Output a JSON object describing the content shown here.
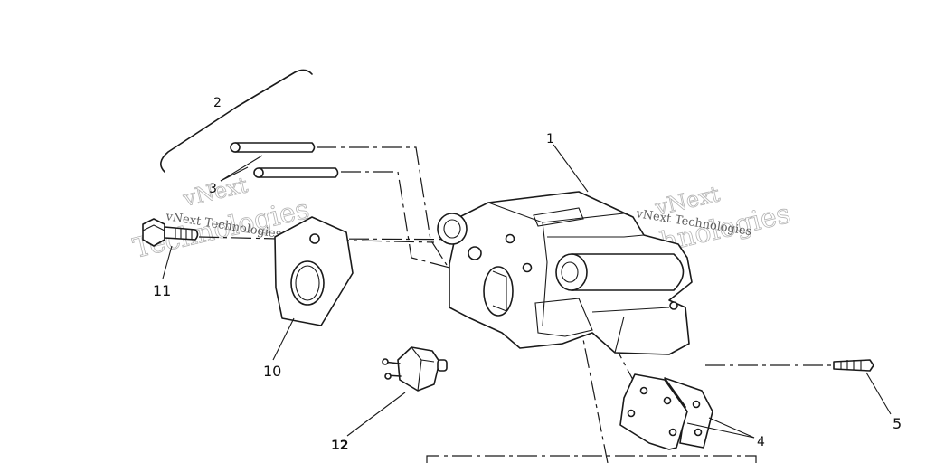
{
  "diagram": {
    "callouts": [
      {
        "id": "1",
        "text": "1"
      },
      {
        "id": "2",
        "text": "2"
      },
      {
        "id": "3",
        "text": "3"
      },
      {
        "id": "4",
        "text": "4"
      },
      {
        "id": "5",
        "text": "5"
      },
      {
        "id": "10",
        "text": "10"
      },
      {
        "id": "11",
        "text": "11"
      },
      {
        "id": "12",
        "text": "12"
      }
    ]
  },
  "watermark": {
    "line1": "vNext",
    "line2": "Technologies",
    "caption": "vNext Technologies"
  }
}
